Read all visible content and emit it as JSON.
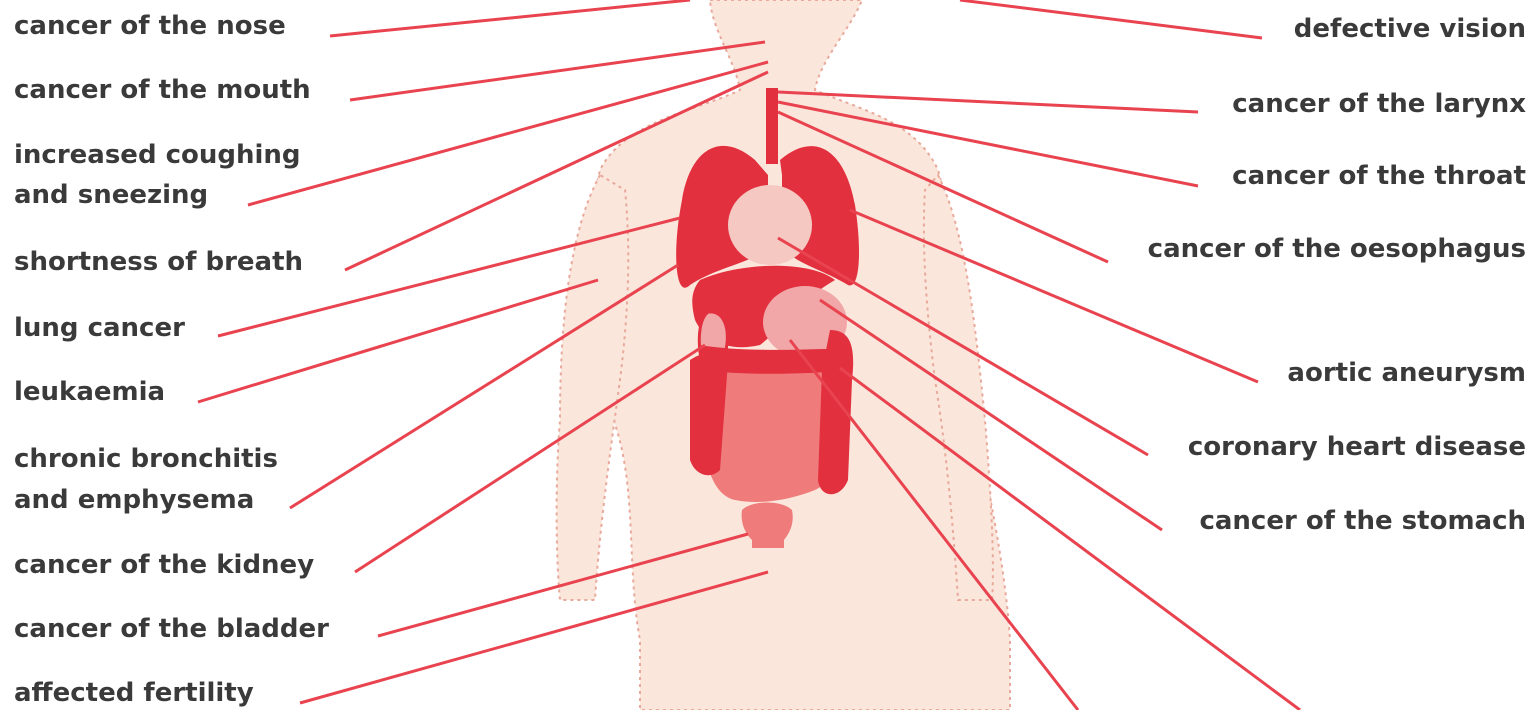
{
  "colors": {
    "background": "#ffffff",
    "body_fill": "#fbe6dc",
    "body_outline": "#e8a99b",
    "organ_red": "#e2303f",
    "organ_pink": "#f1a7a7",
    "organ_salmon": "#ef7b7b",
    "leader_line": "#e8434f",
    "label_text": "#3a3a3a"
  },
  "labels_left": [
    {
      "id": "nose",
      "text": "cancer of the nose"
    },
    {
      "id": "mouth",
      "text": "cancer of the mouth"
    },
    {
      "id": "coughing",
      "line1": "increased coughing",
      "line2": "and sneezing"
    },
    {
      "id": "breath",
      "text": "shortness of breath"
    },
    {
      "id": "lung",
      "text": "lung cancer"
    },
    {
      "id": "leukaemia",
      "text": "leukaemia"
    },
    {
      "id": "bronchitis",
      "line1": "chronic bronchitis",
      "line2": "and emphysema"
    },
    {
      "id": "kidney",
      "text": "cancer of the kidney"
    },
    {
      "id": "bladder",
      "text": "cancer of the bladder"
    },
    {
      "id": "fertility",
      "text": "affected fertility"
    }
  ],
  "labels_right": [
    {
      "id": "vision",
      "text": "defective vision"
    },
    {
      "id": "larynx",
      "text": "cancer of the larynx"
    },
    {
      "id": "throat",
      "text": "cancer of the throat"
    },
    {
      "id": "oesophagus",
      "text": "cancer of the oesophagus"
    },
    {
      "id": "aortic",
      "text": "aortic aneurysm"
    },
    {
      "id": "coronary",
      "text": "coronary heart disease"
    },
    {
      "id": "stomach",
      "text": "cancer of the stomach"
    }
  ]
}
